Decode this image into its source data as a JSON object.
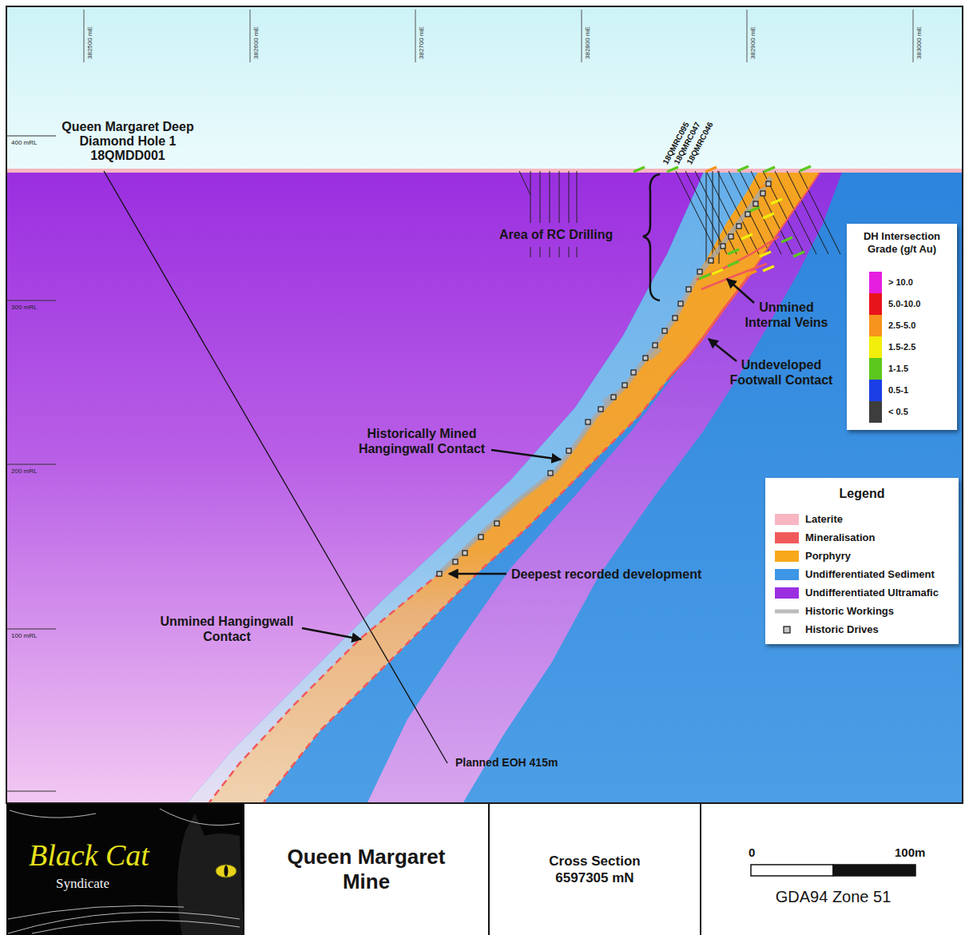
{
  "diagram": {
    "nodes": [
      {
        "text": [
          "DH Intersection Grade (g/t Au)"
        ]
      },
      {
        "text": [
          "Legend"
        ]
      },
      {
        "text": [
          "Black Cat",
          "Syndicate"
        ]
      },
      {
        "text": [
          "Queen Margaret Mine"
        ]
      },
      {
        "text": [
          "Cross Section 6597305 mN"
        ]
      },
      {
        "text": [
          "0",
          "100m",
          "GDA94 Zone 51"
        ]
      }
    ],
    "labels": [
      "382500 mE",
      "382600 mE",
      "382700 mE",
      "382800 mE",
      "382900 mE",
      "383000 mE",
      "400 mRL",
      "300 mRL",
      "200 mRL",
      "100 mRL",
      "Queen Margaret Deep Diamond Hole 1 18QMDD001",
      "18QMRC095",
      "18QMRC047",
      "18QMRC046",
      "Area of RC Drilling",
      "Unmined Internal Veins",
      "Undeveloped Footwall Contact",
      "Historically Mined Hangingwall Contact",
      "Deepest recorded development",
      "Unmined Hangingwall Contact",
      "Planned EOH 415m"
    ],
    "legend": [
      {
        "text": "> 10.0",
        "color": "#e51ee0"
      },
      {
        "text": "5.0-10.0",
        "color": "#e8141c"
      },
      {
        "text": "2.5-5.0",
        "color": "#f7941d"
      },
      {
        "text": "1.5-2.5",
        "color": "#f2ee0c"
      },
      {
        "text": "1-1.5",
        "color": "#5cc81e"
      },
      {
        "text": "0.5-1",
        "color": "#1b3fe6"
      },
      {
        "text": "< 0.5",
        "color": "#3d3d3d"
      },
      {
        "text": "Laterite",
        "color": "#f7b6c2"
      },
      {
        "text": "Mineralisation",
        "color": "#f15a5a"
      },
      {
        "text": "Porphyry",
        "color": "#f7a81b"
      },
      {
        "text": "Undifferentiated Sediment",
        "color": "#3d96e6"
      },
      {
        "text": "Undifferentiated Ultramafic",
        "color": "#9b2fe0"
      },
      {
        "text": "Historic Workings"
      },
      {
        "text": "Historic Drives"
      }
    ]
  }
}
